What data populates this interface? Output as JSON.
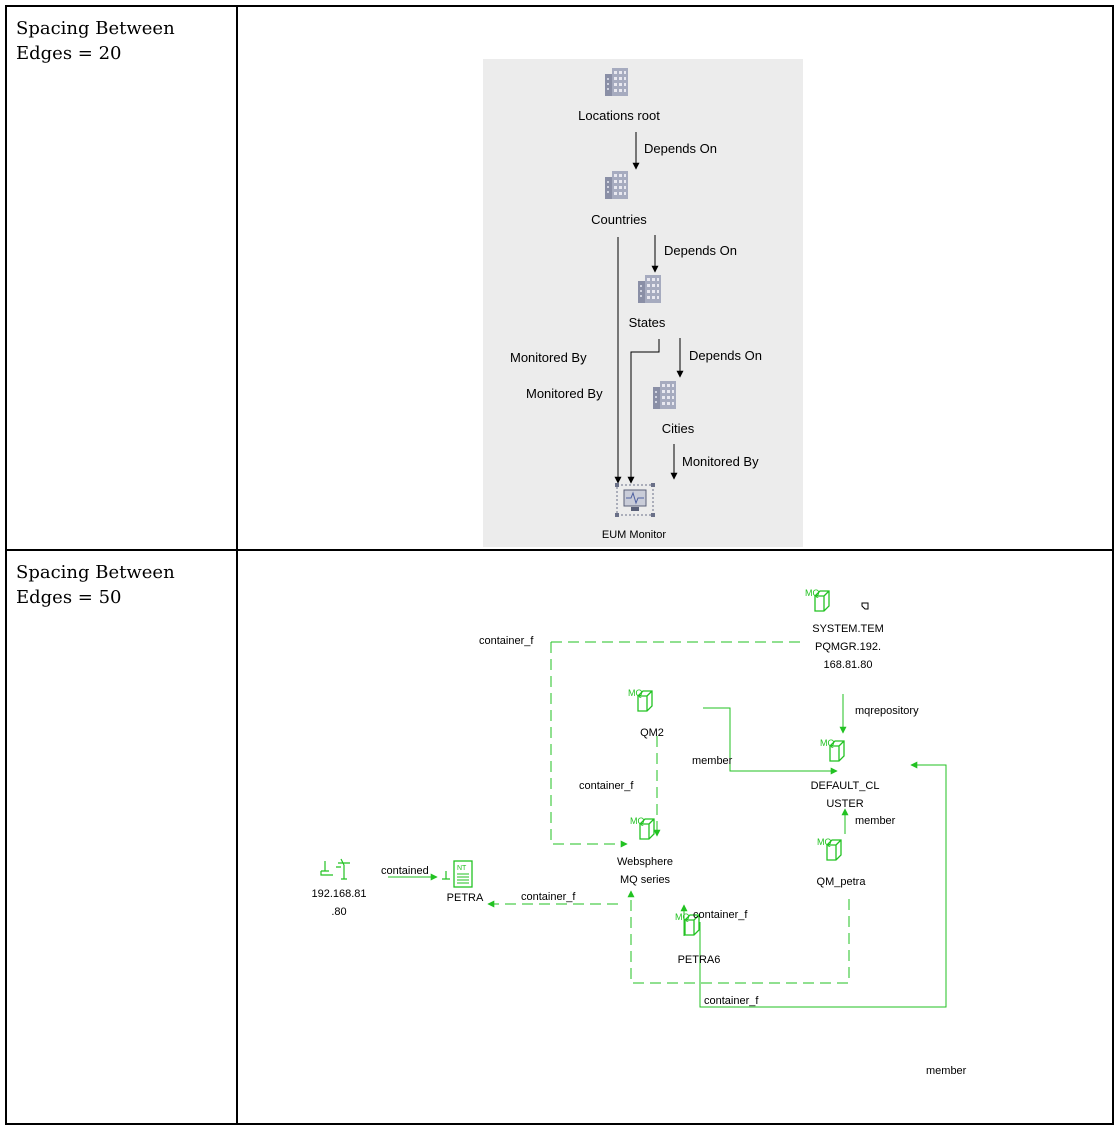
{
  "rows": [
    {
      "label": "Spacing Between Edges = 20",
      "diagram": {
        "nodes": {
          "locations_root": "Locations root",
          "countries": "Countries",
          "states": "States",
          "cities": "Cities",
          "eum_monitor": "EUM Monitor"
        },
        "edges": {
          "depends_on_1": "Depends On",
          "depends_on_2": "Depends On",
          "depends_on_3": "Depends On",
          "monitored_by_1": "Monitored By",
          "monitored_by_2": "Monitored By",
          "monitored_by_3": "Monitored By"
        }
      }
    },
    {
      "label": "Spacing Between Edges = 50",
      "diagram": {
        "nodes": {
          "system_tem": [
            "SYSTEM.TEM",
            "PQMGR.192.",
            "168.81.80"
          ],
          "qm2": "QM2",
          "default_cluster": [
            "DEFAULT_CL",
            "USTER"
          ],
          "websphere": [
            "Websphere",
            "MQ series"
          ],
          "qm_petra": "QM_petra",
          "ip": [
            "192.168.81",
            ".80"
          ],
          "petra": "PETRA",
          "petra6": "PETRA6"
        },
        "edges": {
          "container_f_top": "container_f",
          "mqrepository": "mqrepository",
          "member_qm2": "member",
          "container_f_qm2": "container_f",
          "member_qmpetra": "member",
          "contained": "contained",
          "container_f_petra": "container_f",
          "container_f_petra6": "container_f",
          "container_f_bottom": "container_f",
          "member_bottom": "member"
        },
        "icon_labels": {
          "mq": "MQ",
          "nt": "NT"
        }
      }
    }
  ],
  "colors": {
    "edge_green": "#22c222",
    "panel_gray": "#ececec",
    "building": "#8a8fa6"
  }
}
